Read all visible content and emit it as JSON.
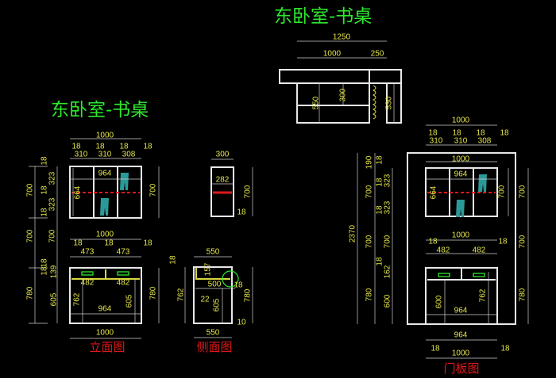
{
  "titles": {
    "top": "东卧室-书桌",
    "left": "东卧室-书桌"
  },
  "views": {
    "elevation": {
      "label": "立面图",
      "dims": [
        "1000",
        "18",
        "18",
        "18",
        "18",
        "310",
        "310",
        "308",
        "964",
        "664",
        "700",
        "18",
        "323",
        "18",
        "323",
        "18",
        "700",
        "1000",
        "18",
        "473",
        "18",
        "473",
        "18",
        "700",
        "700",
        "18",
        "18",
        "139",
        "482",
        "482",
        "762",
        "605",
        "964",
        "780",
        "605",
        "780",
        "1000"
      ]
    },
    "side": {
      "label": "侧面图",
      "dims": [
        "300",
        "282",
        "700",
        "18",
        "550",
        "18",
        "157",
        "500",
        "18",
        "762",
        "22",
        "605",
        "780",
        "10",
        "550"
      ]
    },
    "plan": {
      "dims": [
        "1250",
        "1000",
        "250",
        "550",
        "300",
        "530"
      ]
    },
    "door_panel": {
      "label": "门板图",
      "dims": [
        "1000",
        "18",
        "18",
        "18",
        "18",
        "310",
        "310",
        "308",
        "1000",
        "964",
        "664",
        "2370",
        "190",
        "18",
        "700",
        "18",
        "323",
        "18",
        "323",
        "700",
        "700",
        "700",
        "700",
        "1000",
        "18",
        "18",
        "482",
        "482",
        "700",
        "18",
        "162",
        "780",
        "600",
        "600",
        "762",
        "964",
        "780",
        "964",
        "18",
        "18",
        "1000"
      ]
    }
  },
  "colors": {
    "title": "#2ee82e",
    "label": "#e01818",
    "dimension": "#e6e64a",
    "background": "#000000"
  }
}
